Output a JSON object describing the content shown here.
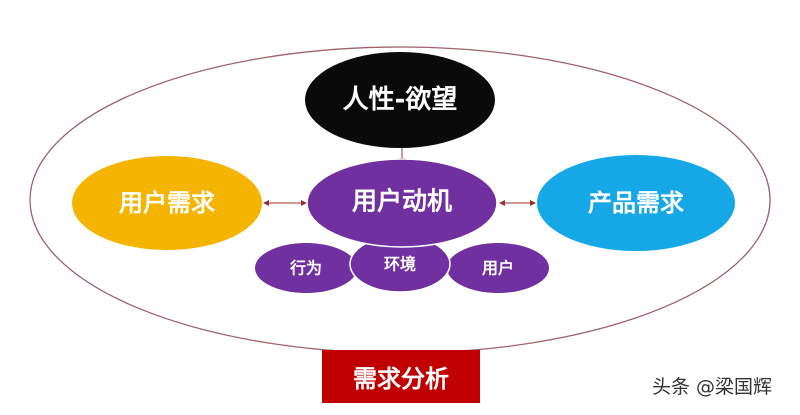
{
  "nodes": {
    "top": "人性-欲望",
    "center": "用户动机",
    "left": "用户需求",
    "right": "产品需求",
    "sub": [
      "行为",
      "环境",
      "用户"
    ]
  },
  "title": "需求分析",
  "watermark": "头条 @梁国辉",
  "colors": {
    "top": "#0a0a0a",
    "center": "#7030a0",
    "left": "#f5b400",
    "right": "#16a8e6",
    "title": "#c00000",
    "outline": "#a0606a",
    "arrow": "#9c3030"
  }
}
